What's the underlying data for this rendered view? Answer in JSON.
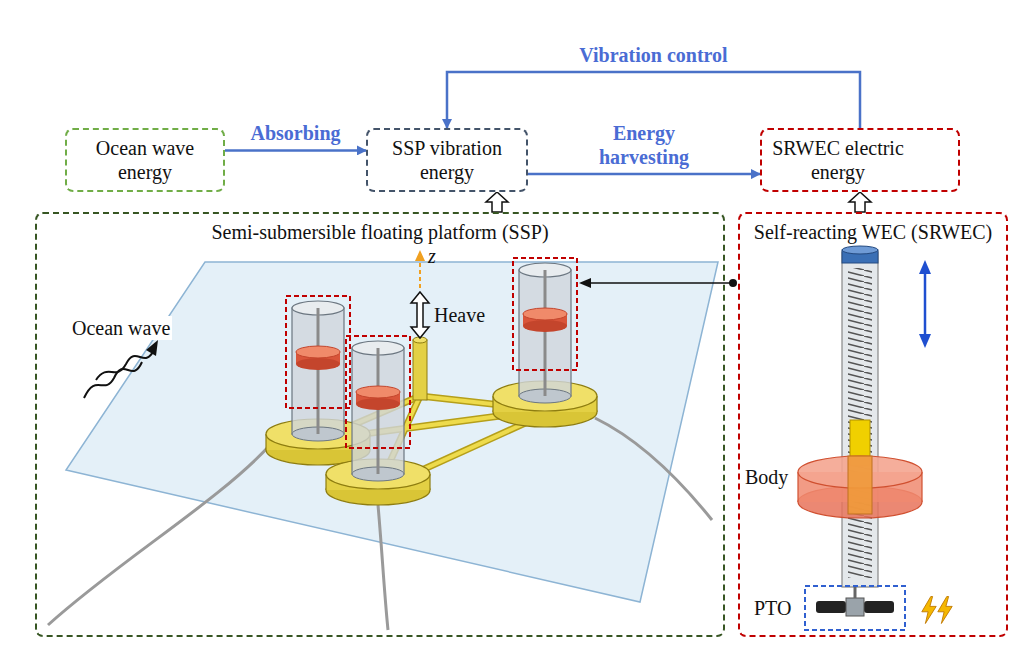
{
  "diagram": {
    "nodes": [
      {
        "text": [
          "Ocean wave energy"
        ]
      },
      {
        "text": [
          "SSP vibration energy"
        ]
      },
      {
        "text": [
          "SRWEC electric energy"
        ]
      },
      {
        "text": [
          "Semi-submersible floating platform (SSP)"
        ]
      },
      {
        "text": [
          "Self-reacting WEC (SRWEC)"
        ]
      }
    ],
    "edges": [
      {
        "from": 0,
        "to": 1,
        "label": "Absorbing",
        "arrow": "to"
      },
      {
        "from": 1,
        "to": 2,
        "label": "Energy harvesting",
        "arrow": "to"
      },
      {
        "from": 2,
        "to": 1,
        "label": "Vibration control",
        "arrow": "to"
      },
      {
        "from": 3,
        "to": 1,
        "arrow": "to"
      },
      {
        "from": 4,
        "to": 2,
        "arrow": "to"
      }
    ],
    "labels": [
      "z",
      "Heave",
      "Ocean wave",
      "Body",
      "PTO"
    ]
  }
}
